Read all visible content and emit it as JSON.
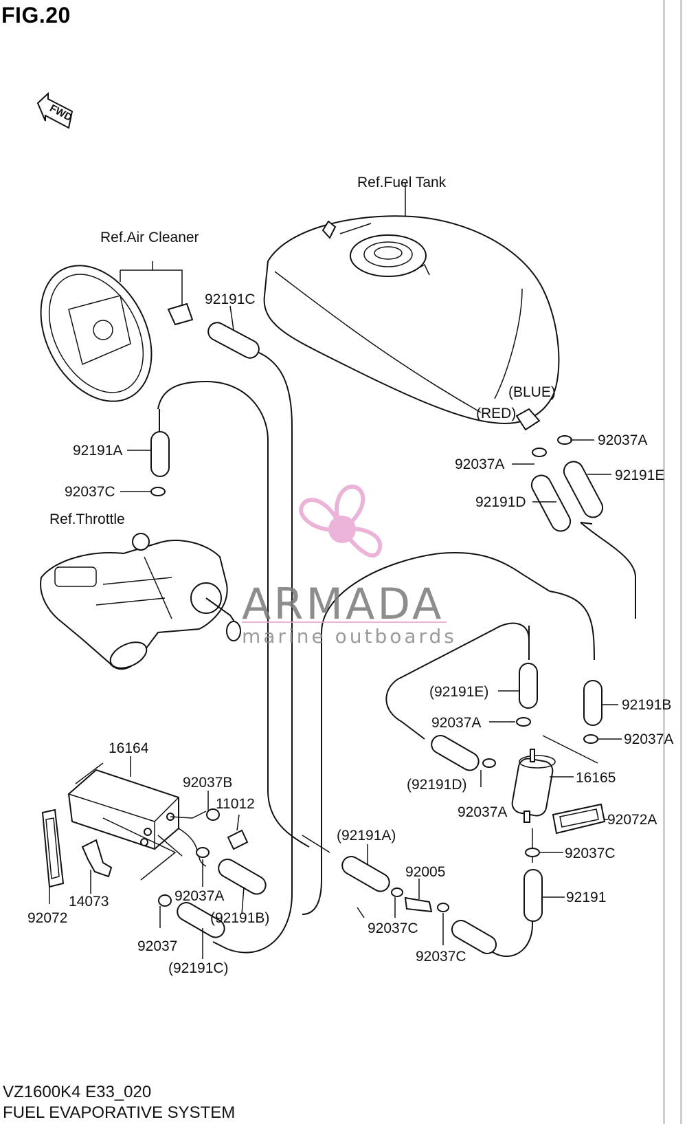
{
  "figure": {
    "title": "FIG.20"
  },
  "fwd_label": "FWD",
  "refs": {
    "fuel_tank": "Ref.Fuel Tank",
    "air_cleaner": "Ref.Air Cleaner",
    "throttle": "Ref.Throttle"
  },
  "tags": {
    "blue": "(BLUE)",
    "red": "(RED)"
  },
  "parts": [
    {
      "id": "92191C"
    },
    {
      "id": "92191A"
    },
    {
      "id": "92037C"
    },
    {
      "id": "92037A"
    },
    {
      "id": "92191E"
    },
    {
      "id": "92037A"
    },
    {
      "id": "92191D"
    },
    {
      "id": "(92191E)"
    },
    {
      "id": "92191B"
    },
    {
      "id": "92037A"
    },
    {
      "id": "92037A"
    },
    {
      "id": "16165"
    },
    {
      "id": "(92191D)"
    },
    {
      "id": "92037A"
    },
    {
      "id": "92072A"
    },
    {
      "id": "92037C"
    },
    {
      "id": "92191"
    },
    {
      "id": "16164"
    },
    {
      "id": "92037B"
    },
    {
      "id": "11012"
    },
    {
      "id": "(92191A)"
    },
    {
      "id": "92005"
    },
    {
      "id": "14073"
    },
    {
      "id": "92037A"
    },
    {
      "id": "92072"
    },
    {
      "id": "(92191B)"
    },
    {
      "id": "92037C"
    },
    {
      "id": "92037"
    },
    {
      "id": "92037C"
    },
    {
      "id": "(92191C)"
    }
  ],
  "watermark": {
    "name": "ARMADA",
    "tagline": "marine outboards",
    "brand_color": "#e8a6d2",
    "text_color": "#7a7a7a"
  },
  "footer": {
    "model_code": "VZ1600K4 E33_020",
    "system_name": "FUEL EVAPORATIVE SYSTEM"
  }
}
